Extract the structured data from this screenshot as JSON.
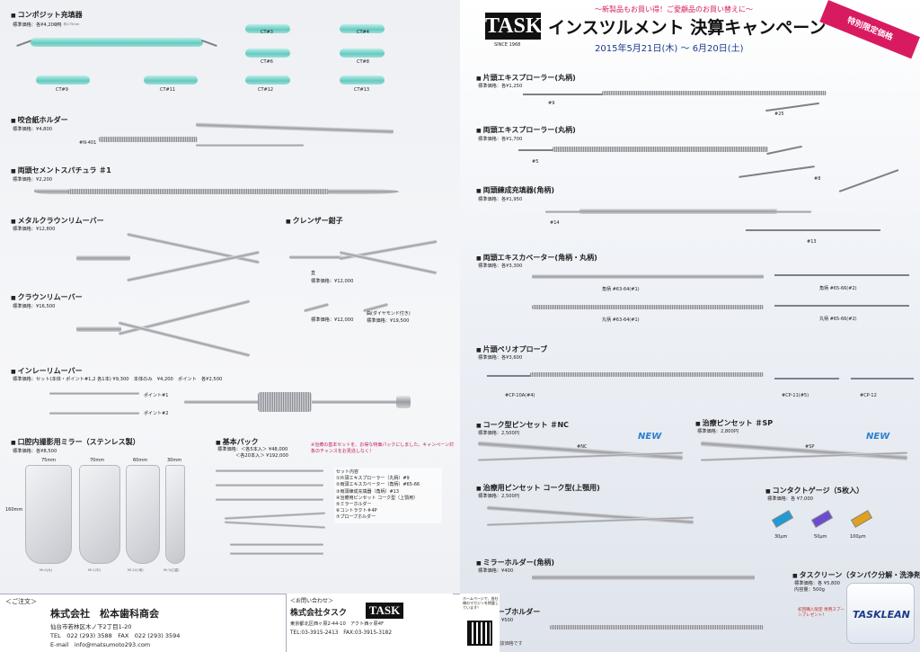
{
  "campaign": {
    "tagline": "〜新製品もお買い得！ご愛顧品のお買い替えに〜",
    "brand": "TASK",
    "since": "SINCE 1968",
    "title": "インスツルメント 決算キャンペーン",
    "dates": "2015年5月21日(木) 〜 6月20日(土)",
    "banner": "特別限定価格"
  },
  "left": {
    "composite": {
      "heading": "コンポジット充填器",
      "price": "標準価格：各¥4,200円",
      "spec": "全長：約175mm",
      "tips": [
        "CT#3",
        "CT#4",
        "CT#6",
        "CT#8",
        "CT#9",
        "CT#11",
        "CT#12",
        "CT#13"
      ]
    },
    "occlusal": {
      "heading": "咬合紙ホルダー",
      "price": "標準価格：¥4,800",
      "code": "#N-401"
    },
    "cement": {
      "heading": "両頭セメントスパチュラ ＃1",
      "price": "標準価格：¥2,200"
    },
    "metal_crown": {
      "heading": "メタルクラウンリムーバー",
      "price": "標準価格：¥12,800"
    },
    "clencher": {
      "heading": "クレンザー鉗子",
      "sub_a": "直",
      "price_a": "標準価格：¥12,000",
      "price_b": "標準価格：¥12,000",
      "sub_c": "曲(ダイヤモンド付き)",
      "price_c": "標準価格：¥19,500"
    },
    "crown": {
      "heading": "クラウンリムーバー",
      "price": "標準価格：¥16,500"
    },
    "inlay": {
      "heading": "インレーリムーバー",
      "price": "標準価格：セット(本体・ポイント#1,2 各1本) ¥9,300　本体のみ　¥4,200　ポイント　各¥2,500",
      "point1": "ポイント#1",
      "point2": "ポイント#2"
    },
    "mirror": {
      "heading": "口腔内撮影用ミラー（ステンレス製）",
      "price": "標準価格：各¥8,500",
      "widths": [
        "75mm",
        "70mm",
        "60mm",
        "30mm"
      ],
      "height": "160mm",
      "sizes": [
        "Mi-0(大)",
        "Mi-1(中)",
        "Mi-2(小用)",
        "Mi-3(臼歯)"
      ]
    },
    "basic_pack": {
      "heading": "基本パック",
      "price1": "標準価格：＜各5本入＞ ¥48,000",
      "price2": "＜各20本入＞ ¥192,000",
      "note": "※治療の基本セットを、お得な特価パックにしました。キャンペーン対象のチャンスをお見逃しなく！",
      "set_title": "セット内容",
      "set_items": [
        "①片頭エキスプローラー（丸柄）#9",
        "②両頭エキスカベーター（角柄）#65-66",
        "③両頭練成充填器（角柄）#13",
        "④治療用ピンセット コーク型（上顎用）",
        "⑤ミラーホルダー",
        "⑥コントラクト＃4P",
        "⑦プローブホルダー"
      ]
    },
    "footer": {
      "order_label": "＜ご注文＞",
      "dealer": "株式会社　松本歯科商会",
      "address": "仙台市若林区木ノ下2丁目1-20",
      "tel": "TEL　022 (293) 3588　FAX　022 (293) 3594",
      "email": "E-mail　info@matsumoto293.com"
    }
  },
  "right": {
    "explorer_single": {
      "heading": "片頭エキスプローラー(丸柄)",
      "price": "標準価格：各¥1,250",
      "codes": [
        "#9",
        "#25"
      ]
    },
    "explorer_double": {
      "heading": "両頭エキスプローラー(丸柄)",
      "price": "標準価格：各¥1,700",
      "codes": [
        "#5",
        "#8"
      ]
    },
    "filler": {
      "heading": "両頭練成充填器(角柄)",
      "price": "標準価格：各¥1,950",
      "codes": [
        "#14",
        "#13"
      ]
    },
    "excavator": {
      "heading": "両頭エキスカベーター(角柄・丸柄)",
      "price": "標準価格：各¥3,300",
      "labels": [
        "角柄 #63-64(#1)",
        "丸柄 #63-64(#1)",
        "角柄 #65-66(#2)",
        "丸柄 #65-66(#2)"
      ]
    },
    "perio": {
      "heading": "片頭ペリオプローブ",
      "price": "標準価格：各¥3,600",
      "codes": [
        "#CP-10A(#4)",
        "#CP-11(#5)",
        "#CP-12"
      ]
    },
    "tweezers_nc": {
      "heading": "コーク型ピンセット ＃NC",
      "price": "標準価格：2,500円",
      "badge": "NEW",
      "mark": "#NC"
    },
    "tweezers_sp": {
      "heading": "治療ピンセット ＃SP",
      "price": "標準価格：2,800円",
      "badge": "NEW",
      "mark": "#SP"
    },
    "tweezers_cork": {
      "heading": "治療用ピンセット コーク型(上顎用)",
      "price": "標準価格：2,500円"
    },
    "gauge": {
      "heading": "コンタクトゲージ（5枚入）",
      "price": "標準価格：各 ¥7,000",
      "sizes": [
        "30μm",
        "50μm",
        "100μm"
      ]
    },
    "mirror_holder": {
      "heading": "ミラーホルダー(角柄)",
      "price": "標準価格：¥400"
    },
    "probe_holder": {
      "heading": "プローブホルダー",
      "price": "標準価格：¥500"
    },
    "clean": {
      "heading": "タスクリーン（タンパク分解・洗浄剤）",
      "price": "標準価格：各 ¥5,800",
      "volume": "内容量：500g",
      "product": "TASKLEAN",
      "promo": "初回購入限定 専用スプーンプレゼント！"
    },
    "contact": {
      "label": "＜お問い合わせ＞",
      "company": "株式会社タスク",
      "brand": "TASK",
      "address": "東京都北区西ヶ原2-44-10　アクト西ヶ原4F",
      "tel": "TEL:03-3915-2413　FAX:03-3915-3182",
      "qr_note": "ホームページで、各社様のマガジンを掲載しています！"
    },
    "notice": "※価格はすべて税抜価格です"
  }
}
